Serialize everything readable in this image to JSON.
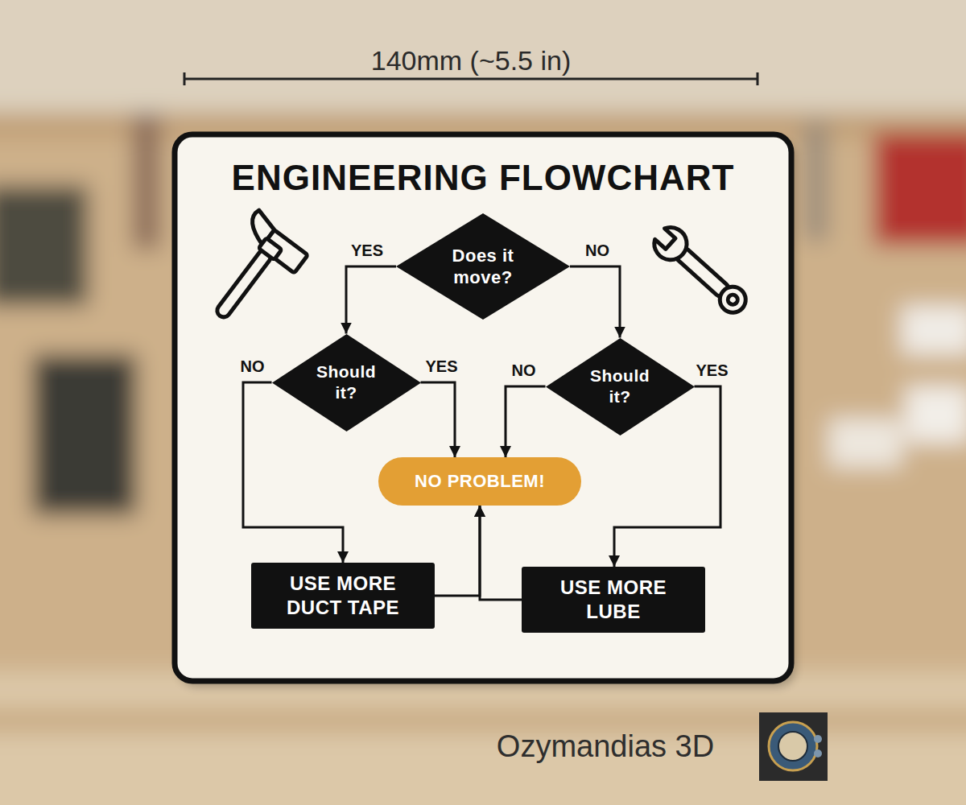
{
  "diagram": {
    "title": "ENGINEERING FLOWCHART",
    "nodes": [
      {
        "text": [
          "Does it move?"
        ]
      },
      {
        "text": [
          "Should it?"
        ]
      },
      {
        "text": [
          "Should it?"
        ]
      },
      {
        "text": [
          "NO PROBLEM!"
        ]
      },
      {
        "text": [
          "USE MORE DUCT TAPE"
        ]
      },
      {
        "text": [
          "USE MORE LUBE"
        ]
      }
    ],
    "edges": [
      {
        "from": 0,
        "to": 1,
        "label": "YES",
        "arrow": "to"
      },
      {
        "from": 0,
        "to": 2,
        "label": "NO",
        "arrow": "to"
      },
      {
        "from": 1,
        "to": 4,
        "label": "NO",
        "arrow": "to"
      },
      {
        "from": 1,
        "to": 3,
        "label": "YES",
        "arrow": "to"
      },
      {
        "from": 2,
        "to": 3,
        "label": "NO",
        "arrow": "to"
      },
      {
        "from": 2,
        "to": 5,
        "label": "YES",
        "arrow": "to"
      },
      {
        "from": 4,
        "to": 3,
        "arrow": "to"
      },
      {
        "from": 5,
        "to": 3,
        "arrow": "to"
      }
    ],
    "labels": [
      "140mm (~5.5 in)",
      "Ozymandias 3D"
    ]
  }
}
